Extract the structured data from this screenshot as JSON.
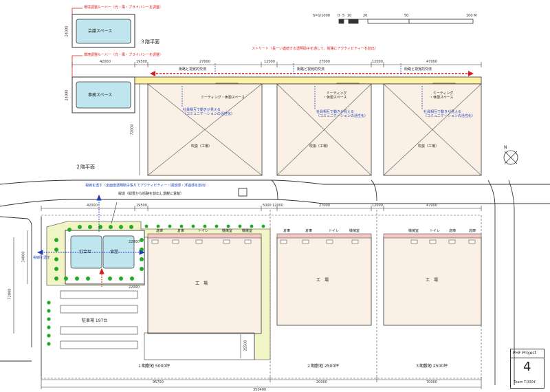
{
  "scale": {
    "label": "S=1/1000",
    "ticks": [
      "0",
      "5",
      "10",
      "20",
      "50",
      "100 M"
    ]
  },
  "floor3": {
    "title": "３階平面",
    "louver_note": "環境調整ルーバー（光・風・プライバシーを調整）",
    "room": "会議スペース",
    "room_dim": "24000"
  },
  "floor2": {
    "title": "２階平面",
    "louver_note": "環境調整ルーバー（光・風・プライバシーを調整）",
    "room": "事務スペース",
    "room_dim": "24000",
    "street_note": "ストリート（長ーい連続する透明硝子を通して、街路にアクティビティーを創出）",
    "exchange": [
      "街路と視覚的交流",
      "街路と視覚的交流",
      "街路と視覚的交流"
    ],
    "meeting": [
      "ミーティング・休憩スペース",
      "ミーティング\n・休憩スペース",
      "ミーティング\n・休憩スペース"
    ],
    "staff_note": [
      "社員相互で動きが見える\n（コミュニケーションの活性化）",
      "社員相互で動きが見える\n（コミュニケーションの活性化）",
      "社員相互で動きが見える\n（コミュニケーションの活性化）"
    ],
    "atrium": [
      "吹抜（工場）",
      "吹抜（工場）",
      "吹抜（工場）"
    ],
    "top_dims": [
      "42000",
      "19500",
      "27000",
      "12000",
      "27000",
      "12000",
      "47000"
    ],
    "side_dim": "72000"
  },
  "floor1": {
    "see_through_note": "視線を透す（全面度透明硝子張りでアクティビティー・開放感・浮遊感を創出）",
    "green_note": "緑道（緑豊かな街路を創出し景観に貢献）",
    "see_through_side": "視線を透す",
    "meeting_room": "打合せ",
    "cafeteria": "食堂",
    "parking": "駐車場 197台",
    "factories": [
      "工　場",
      "工　場",
      "工　場"
    ],
    "bays_1": [
      "倉庫",
      "倉庫",
      "トイレ",
      "機械室",
      "機械室"
    ],
    "bays_2": [
      "倉庫",
      "倉庫",
      "トイレ",
      "機械室"
    ],
    "bays_3": [
      "機械室",
      "トイレ",
      "倉庫",
      "倉庫"
    ],
    "top_dims": [
      "42000",
      "19500",
      "5000",
      "12000",
      "27000",
      "12000",
      "47000"
    ],
    "left_dims": [
      "34000",
      "72000"
    ],
    "inner_dims": [
      "22000",
      "22000",
      "25500"
    ]
  },
  "sites": [
    "１期敷地  5000坪",
    "２期敷地  2500坪",
    "３期敷地  2500坪"
  ],
  "bottom_dims": [
    "95700",
    "20000",
    "70000",
    "350400"
  ],
  "north": "N",
  "badge": {
    "project": "PHF Project",
    "number": "4",
    "team": "Team T.0004"
  },
  "colors": {
    "room_fill": "#bfe6ee",
    "street": "#fff2a6",
    "green": "#22aa22",
    "accent": "#d81b1b",
    "blue": "#1a3fb8",
    "bay": "#f3c8c4",
    "path": "#f1f5c6"
  }
}
